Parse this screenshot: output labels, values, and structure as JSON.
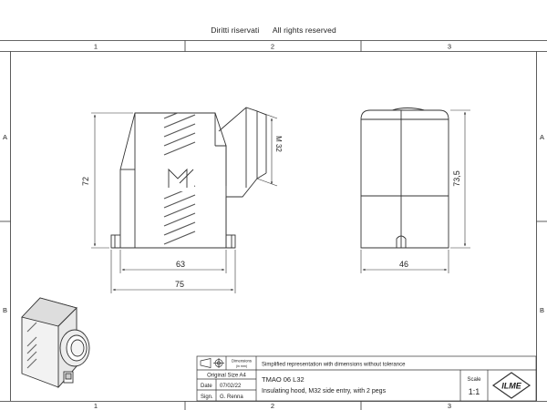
{
  "header": {
    "rights_it": "Diritti riservati",
    "rights_en": "All rights reserved"
  },
  "frame": {
    "columns": [
      "1",
      "2",
      "3"
    ],
    "rows": [
      "A",
      "B"
    ]
  },
  "dimensions": {
    "height_left": "72",
    "width_inner": "63",
    "width_outer": "75",
    "entry_thread": "M 32",
    "height_right": "73,5",
    "width_right": "46"
  },
  "title_block": {
    "dimensions_label": "Dimensions",
    "dimensions_unit": "(in mm)",
    "note": "Simplified representation with dimensions without tolerance",
    "original_size": "Original Size A4",
    "date_label": "Date",
    "date_value": "07/02/22",
    "sign_label": "Sign.",
    "sign_value": "G. Renna",
    "code": "TMAO 06 L32",
    "description": "Insulating hood, M32 side entry, with 2 pegs",
    "scale_label": "Scale",
    "scale_value": "1:1",
    "logo_text": "ILME"
  }
}
